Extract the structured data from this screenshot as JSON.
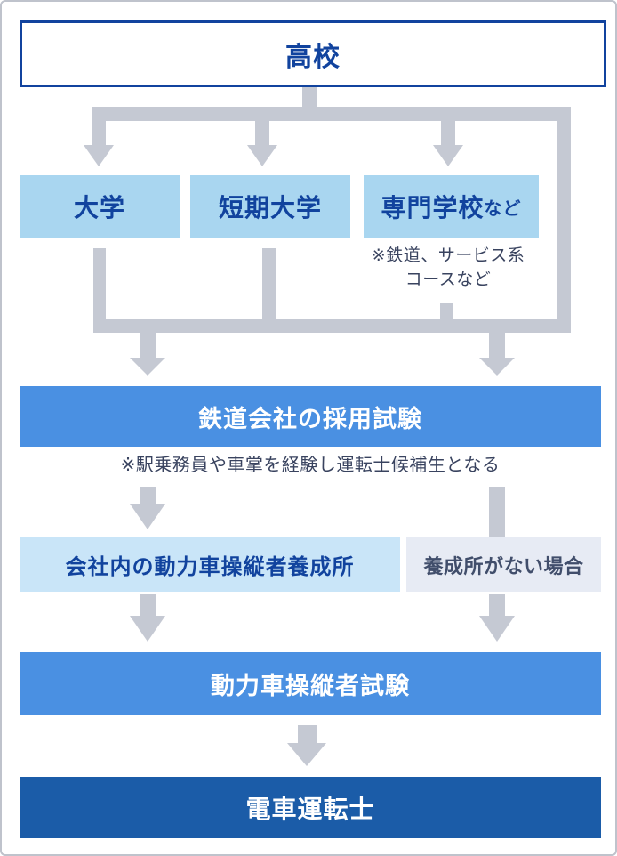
{
  "flow": {
    "highschool": "高校",
    "paths": [
      {
        "label": "大学"
      },
      {
        "label": "短期大学"
      },
      {
        "label": "専門学校",
        "suffix": "など"
      }
    ],
    "vocational_note_line1": "※鉄道、サービス系",
    "vocational_note_line2": "コースなど",
    "recruit_exam": "鉄道会社の採用試験",
    "recruit_note": "※駅乗務員や車掌を経験し運転士候補生となる",
    "company_training_center": "会社内の動力車操縦者養成所",
    "no_training_center": "養成所がない場合",
    "operator_exam": "動力車操縦者試験",
    "train_driver": "電車運転士"
  },
  "colors": {
    "navy_text": "#11439e",
    "light_blue_box": "#a9d6f0",
    "pale_blue_box": "#c9e5f8",
    "mid_blue_box": "#4a90e2",
    "dark_blue_box": "#1b5ca8",
    "gray_box_bg": "#e7ebf4",
    "gray_box_text": "#414e6b",
    "arrow_gray": "#c5c9d3",
    "note_text": "#39435f",
    "page_border": "#bfc3cc"
  }
}
